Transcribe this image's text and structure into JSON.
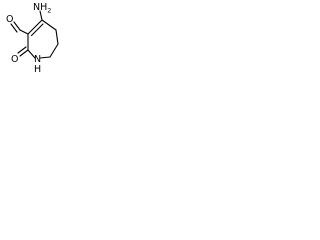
{
  "molecule": {
    "atom_labels": {
      "amine": "NH",
      "amine_sub": "2",
      "carbonyl_oxygen": "O",
      "aldehyde_oxygen": "O",
      "ring_nitrogen": "N",
      "ring_nh_hydrogen": "H"
    },
    "colors": {
      "bond": "#000000",
      "label": "#000000",
      "background": "#ffffff"
    }
  }
}
